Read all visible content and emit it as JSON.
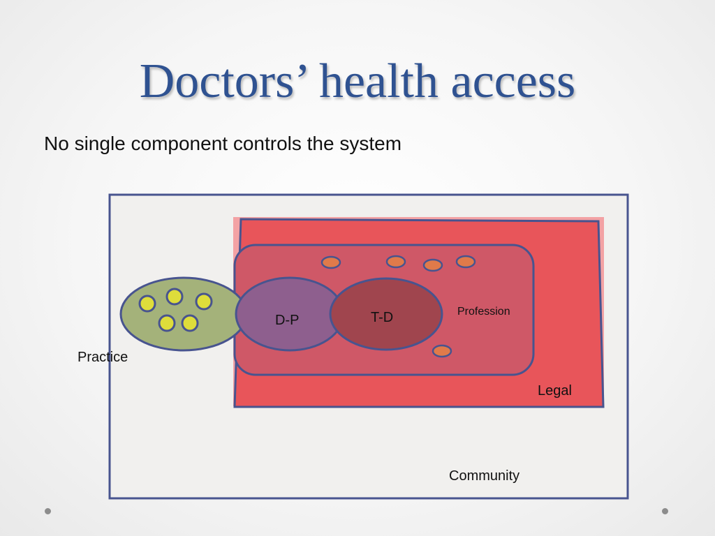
{
  "slide": {
    "title": "Doctors’ health access",
    "subtitle": "No single component controls the system"
  },
  "diagram": {
    "labels": {
      "community": "Community",
      "legal": "Legal",
      "profession": "Profession",
      "practice": "Practice",
      "dp": "D-P",
      "td": "T-D"
    },
    "colors": {
      "title": "#2f5291",
      "outline": "#48548f",
      "legal_fill": "#e8555a",
      "profession_fill": "#cf5867",
      "practice_fill": "#a4b27a",
      "dp_fill": "#8e5f8e",
      "td_fill": "#a0454e",
      "small_circle_yellow": "#dedd3b",
      "small_circle_orange": "#e07a4a"
    }
  }
}
